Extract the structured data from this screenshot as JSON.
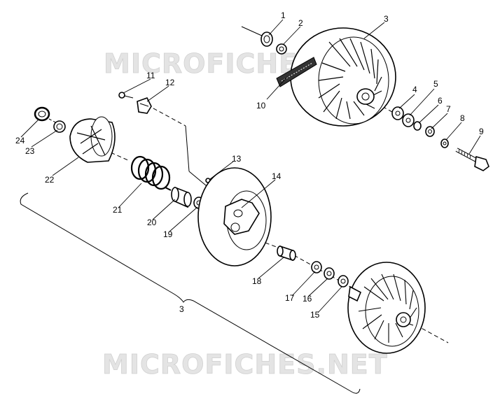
{
  "watermark": {
    "top": "MICROFICHES.NET",
    "bottom": "MICROFICHES.NET"
  },
  "callouts": [
    {
      "id": "1",
      "text": "1"
    },
    {
      "id": "2",
      "text": "2"
    },
    {
      "id": "3",
      "text": "3"
    },
    {
      "id": "4",
      "text": "4"
    },
    {
      "id": "5",
      "text": "5"
    },
    {
      "id": "6",
      "text": "6"
    },
    {
      "id": "7",
      "text": "7"
    },
    {
      "id": "8",
      "text": "8"
    },
    {
      "id": "9",
      "text": "9"
    },
    {
      "id": "10",
      "text": "10"
    },
    {
      "id": "11",
      "text": "11"
    },
    {
      "id": "12",
      "text": "12"
    },
    {
      "id": "13",
      "text": "13"
    },
    {
      "id": "14",
      "text": "14"
    },
    {
      "id": "15",
      "text": "15"
    },
    {
      "id": "16",
      "text": "16"
    },
    {
      "id": "17",
      "text": "17"
    },
    {
      "id": "18",
      "text": "18"
    },
    {
      "id": "19",
      "text": "19"
    },
    {
      "id": "20",
      "text": "20"
    },
    {
      "id": "21",
      "text": "21"
    },
    {
      "id": "22",
      "text": "22"
    },
    {
      "id": "23",
      "text": "23"
    },
    {
      "id": "24",
      "text": "24"
    }
  ],
  "assembly_label": "3"
}
